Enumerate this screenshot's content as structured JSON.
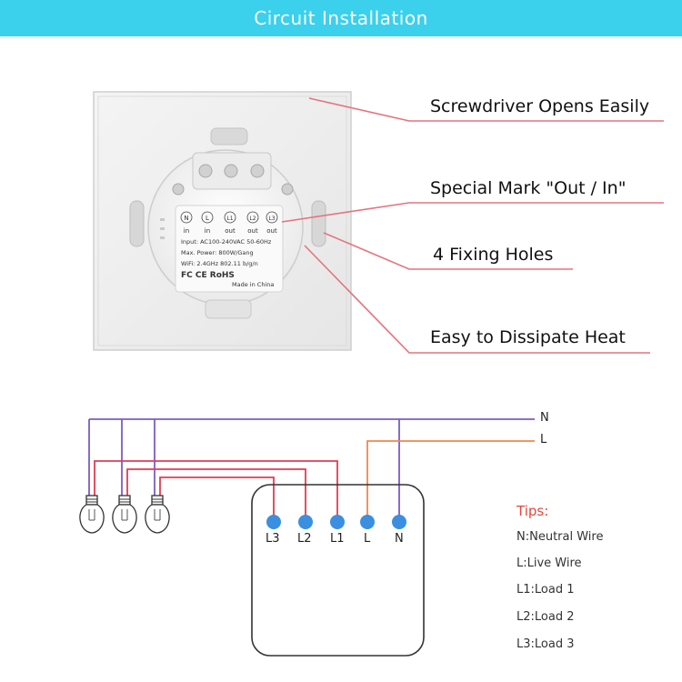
{
  "header": {
    "title": "Circuit Installation"
  },
  "callouts": [
    "Screwdriver Opens Easily",
    "Special Mark \"Out / In\"",
    "4 Fixing Holes",
    "Easy to Dissipate Heat"
  ],
  "sticker": {
    "terminals": [
      {
        "mark": "N",
        "dir": "in"
      },
      {
        "mark": "L",
        "dir": "in"
      },
      {
        "mark": "L1",
        "dir": "out"
      },
      {
        "mark": "L2",
        "dir": "out"
      },
      {
        "mark": "L3",
        "dir": "out"
      }
    ],
    "input": "Input: AC100-240VAC 50-60Hz",
    "power": "Max. Power: 800W/Gang",
    "wifi": "WiFi: 2.4GHz 802.11 b/g/n",
    "certs": "FC  CE  RoHS",
    "origin": "Made in China"
  },
  "wiring": {
    "bus_labels": {
      "n": "N",
      "l": "L"
    },
    "switch_terminals": [
      "L3",
      "L2",
      "L1",
      "L",
      "N"
    ]
  },
  "tips": {
    "title": "Tips:",
    "items": [
      "N:Neutral Wire",
      "L:Live Wire",
      "L1:Load 1",
      "L2:Load 2",
      "L3:Load 3"
    ]
  },
  "colors": {
    "banner": "#3bd0ec",
    "neutral_wire": "#7b5cc4",
    "live_wire": "#f0874a",
    "load_wire": "#e23b55",
    "terminal_dot": "#3b8fe0",
    "callout_line": "#e4737f",
    "tips_title": "#e4473a"
  }
}
